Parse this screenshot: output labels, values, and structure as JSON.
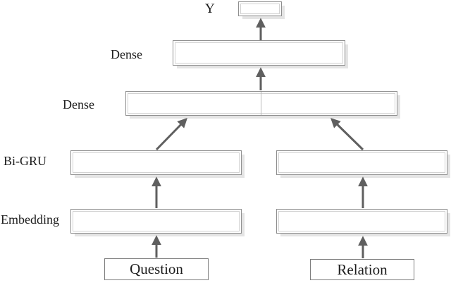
{
  "figure": {
    "output": {
      "label": "Y"
    },
    "row_labels": {
      "dense_top": "Dense",
      "dense_bottom": "Dense",
      "bigru": "Bi-GRU",
      "embedding": "Embedding"
    },
    "inputs": {
      "question": "Question",
      "relation": "Relation"
    },
    "connections": [
      {
        "from": "question-input",
        "to": "embedding-question"
      },
      {
        "from": "relation-input",
        "to": "embedding-relation"
      },
      {
        "from": "embedding-question",
        "to": "bigru-question"
      },
      {
        "from": "embedding-relation",
        "to": "bigru-relation"
      },
      {
        "from": "bigru-question",
        "to": "dense-bottom"
      },
      {
        "from": "bigru-relation",
        "to": "dense-bottom"
      },
      {
        "from": "dense-bottom",
        "to": "dense-top"
      },
      {
        "from": "dense-top",
        "to": "output"
      }
    ],
    "colors": {
      "background": "#ffffff",
      "box_border": "#8f8f8f",
      "box_inner_line": "#d2d2d2",
      "box_shadow": "#e4e4e4",
      "arrow": "#5f5f5f",
      "text": "#1c1c1c"
    }
  }
}
